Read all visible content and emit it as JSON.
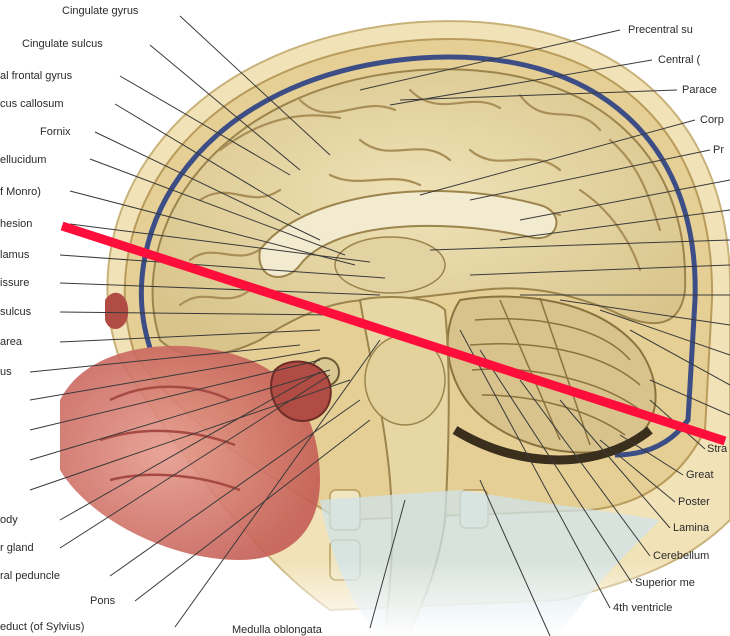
{
  "colors": {
    "brain": "#e8d9a6",
    "brain_dark": "#b7a06a",
    "skull": "#e9d7a3",
    "scalp": "#f2e4bb",
    "sinus_blue": "#3d4e86",
    "nasal_red": "#d87a6f",
    "cerebellum": "#d8c38d",
    "fluid_blue": "#cfe3ea",
    "line_overlay": "#ff0e3c"
  },
  "labels_left": [
    "Cingulate gyrus",
    "Cingulate sulcus",
    "al frontal gyrus",
    "cus callosum",
    "Fornix",
    "ellucidum",
    "f Monro)",
    "hesion",
    "lamus",
    "issure",
    "sulcus",
    "area",
    "us",
    "ody",
    "r gland",
    "ral peduncle",
    "Pons",
    "educt (of Sylvius)",
    "Medulla oblongata"
  ],
  "labels_right": [
    "Precentral su",
    "Central (",
    "Parace",
    "Corp",
    "Pr",
    "Stra",
    "Great",
    "Poster",
    "Lamina",
    "Cerebellum",
    "Superior me",
    "4th ventricle"
  ],
  "overlay": {
    "name": "red-diagonal-line"
  }
}
